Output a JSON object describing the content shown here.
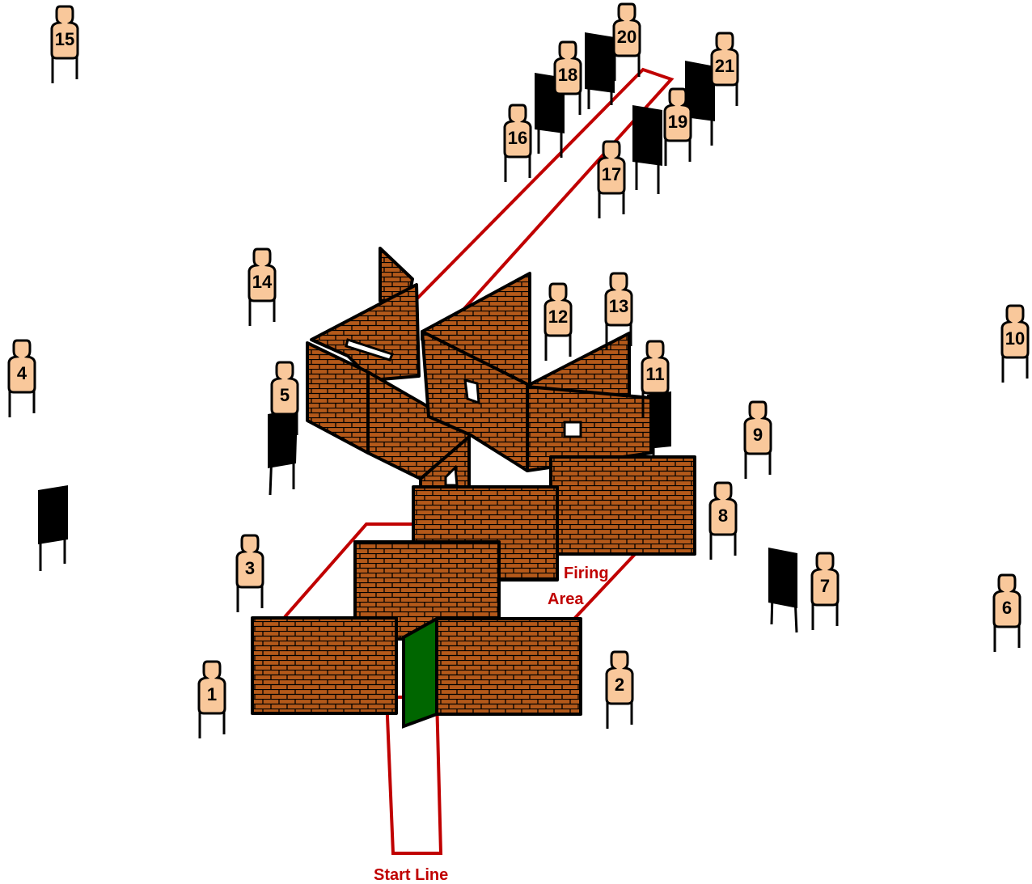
{
  "labels": {
    "start_line": "Start Line",
    "firing_area_line1": "Firing",
    "firing_area_line2": "Area"
  },
  "targets": [
    "1",
    "2",
    "3",
    "4",
    "5",
    "6",
    "7",
    "8",
    "9",
    "10",
    "11",
    "12",
    "13",
    "14",
    "15",
    "16",
    "17",
    "18",
    "19",
    "20",
    "21"
  ],
  "colors": {
    "target_fill": "#f9c89b",
    "no_shoot": "#000000",
    "wall": "#b4591a",
    "mortar": "#000000",
    "door": "#006600",
    "boundary": "#c00000"
  },
  "icons": {
    "target": "paper-silhouette-target-icon",
    "no_shoot": "black-no-shoot-panel-icon",
    "wall": "brick-wall-icon",
    "door": "green-door-icon"
  }
}
